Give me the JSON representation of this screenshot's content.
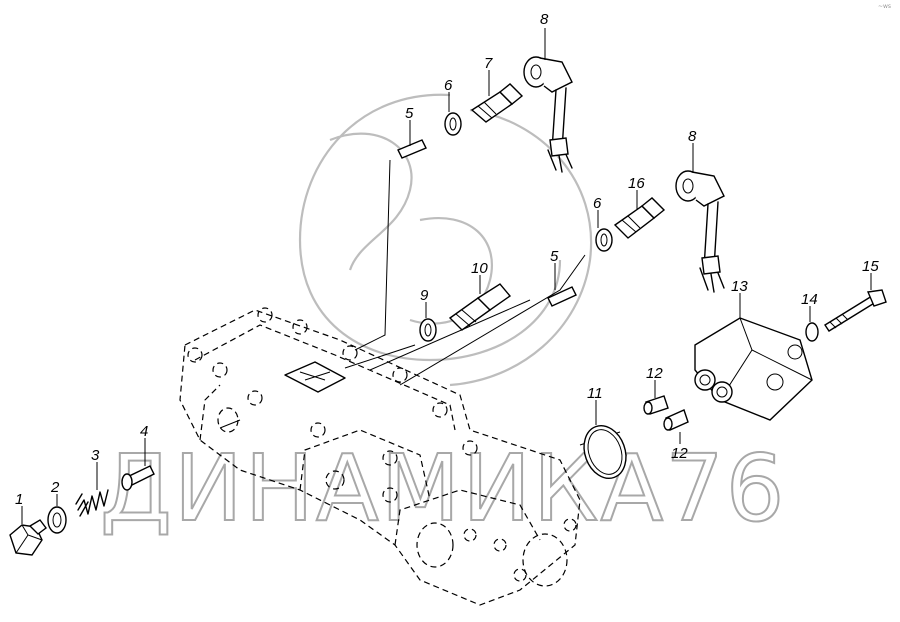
{
  "diagram": {
    "callouts": [
      {
        "id": "label-1",
        "text": "1"
      },
      {
        "id": "label-2",
        "text": "2"
      },
      {
        "id": "label-3",
        "text": "3"
      },
      {
        "id": "label-4",
        "text": "4"
      },
      {
        "id": "label-5-top",
        "text": "5"
      },
      {
        "id": "label-6-top",
        "text": "6"
      },
      {
        "id": "label-7",
        "text": "7"
      },
      {
        "id": "label-8-top",
        "text": "8"
      },
      {
        "id": "label-8-mid",
        "text": "8"
      },
      {
        "id": "label-16",
        "text": "16"
      },
      {
        "id": "label-6-mid",
        "text": "6"
      },
      {
        "id": "label-5-mid",
        "text": "5"
      },
      {
        "id": "label-10",
        "text": "10"
      },
      {
        "id": "label-9",
        "text": "9"
      },
      {
        "id": "label-13",
        "text": "13"
      },
      {
        "id": "label-14",
        "text": "14"
      },
      {
        "id": "label-15",
        "text": "15"
      },
      {
        "id": "label-11",
        "text": "11"
      },
      {
        "id": "label-12-top",
        "text": "12"
      },
      {
        "id": "label-12-bottom",
        "text": "12"
      }
    ],
    "watermark_text": "ДИНАМИКА76",
    "corner_mark": "~ws"
  },
  "colors": {
    "line": "#000000",
    "watermark": "#bdbdbd",
    "background": "#ffffff"
  }
}
